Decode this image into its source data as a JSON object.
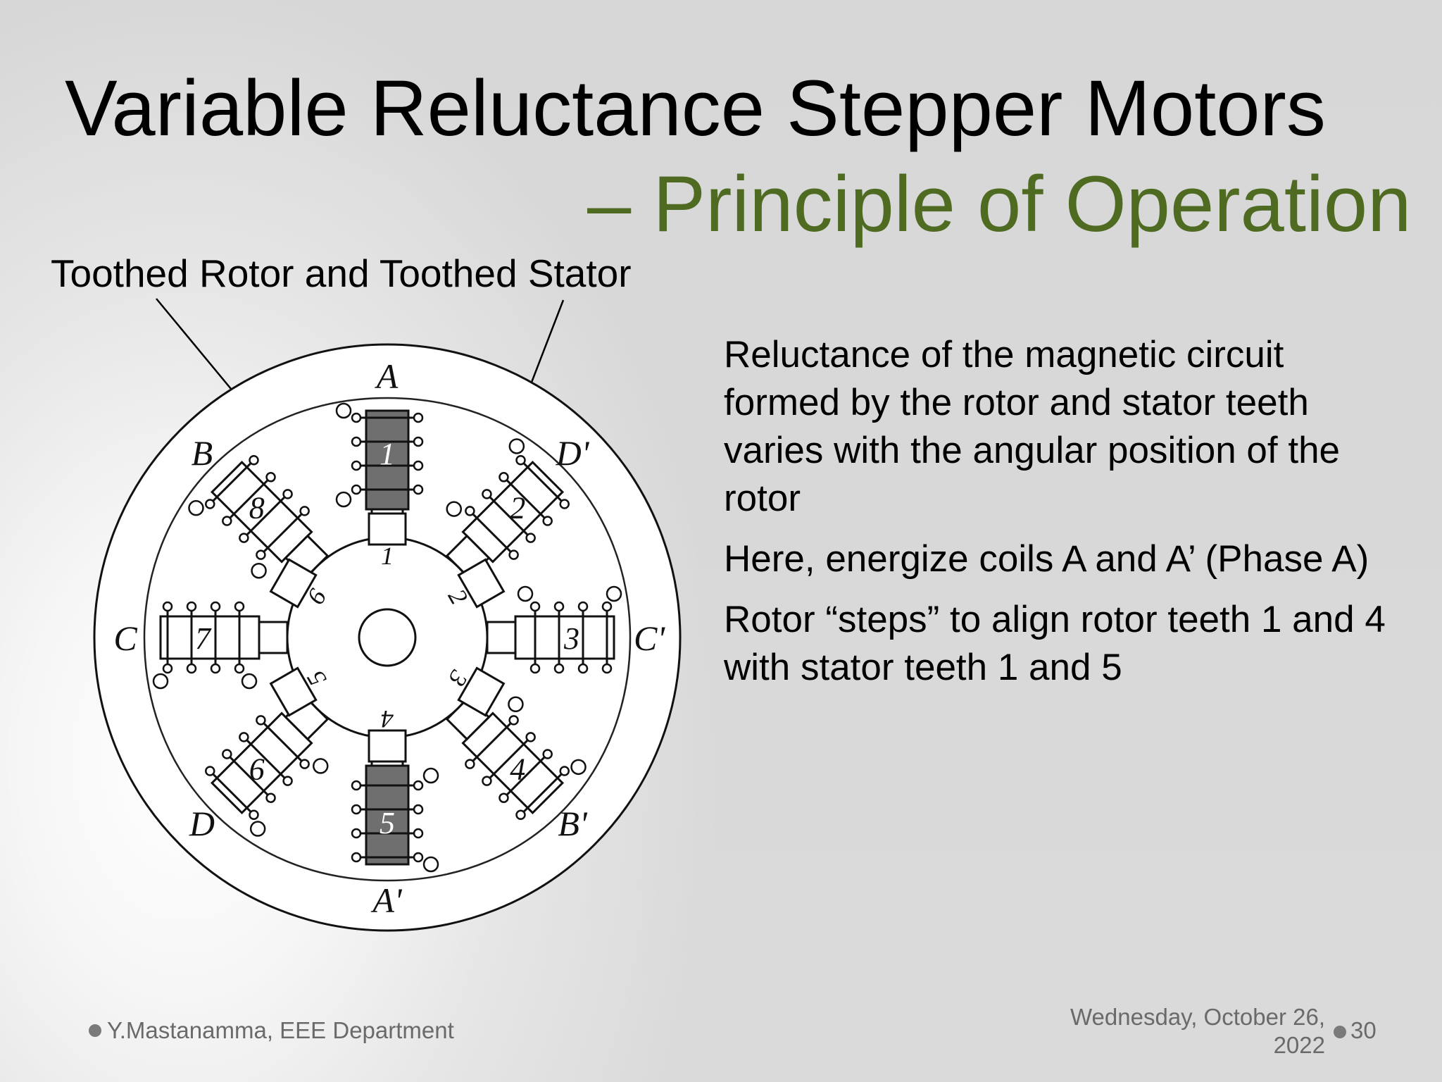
{
  "slide": {
    "title_main": "Variable Reluctance Stepper Motors",
    "title_sub": "– Principle of Operation",
    "caption": "Toothed Rotor and Toothed Stator",
    "body": [
      "Reluctance of the magnetic circuit formed by the rotor and stator teeth varies with the angular position of the rotor",
      "Here, energize coils A and A’ (Phase A)",
      "Rotor “steps” to align rotor teeth 1 and 4 with stator teeth 1 and 5"
    ],
    "footer": {
      "author": "Y.Mastanamma, EEE Department",
      "date": "Wednesday, October 26, 2022",
      "page": "30"
    }
  },
  "diagram": {
    "phase_labels": [
      "A",
      "D'",
      "C'",
      "B'",
      "A'",
      "D",
      "C",
      "B"
    ],
    "stator_teeth": [
      "1",
      "2",
      "3",
      "4",
      "5",
      "6",
      "7",
      "8"
    ],
    "rotor_teeth": [
      "1",
      "2",
      "3",
      "4",
      "5",
      "6"
    ],
    "energized_phase": "A"
  }
}
